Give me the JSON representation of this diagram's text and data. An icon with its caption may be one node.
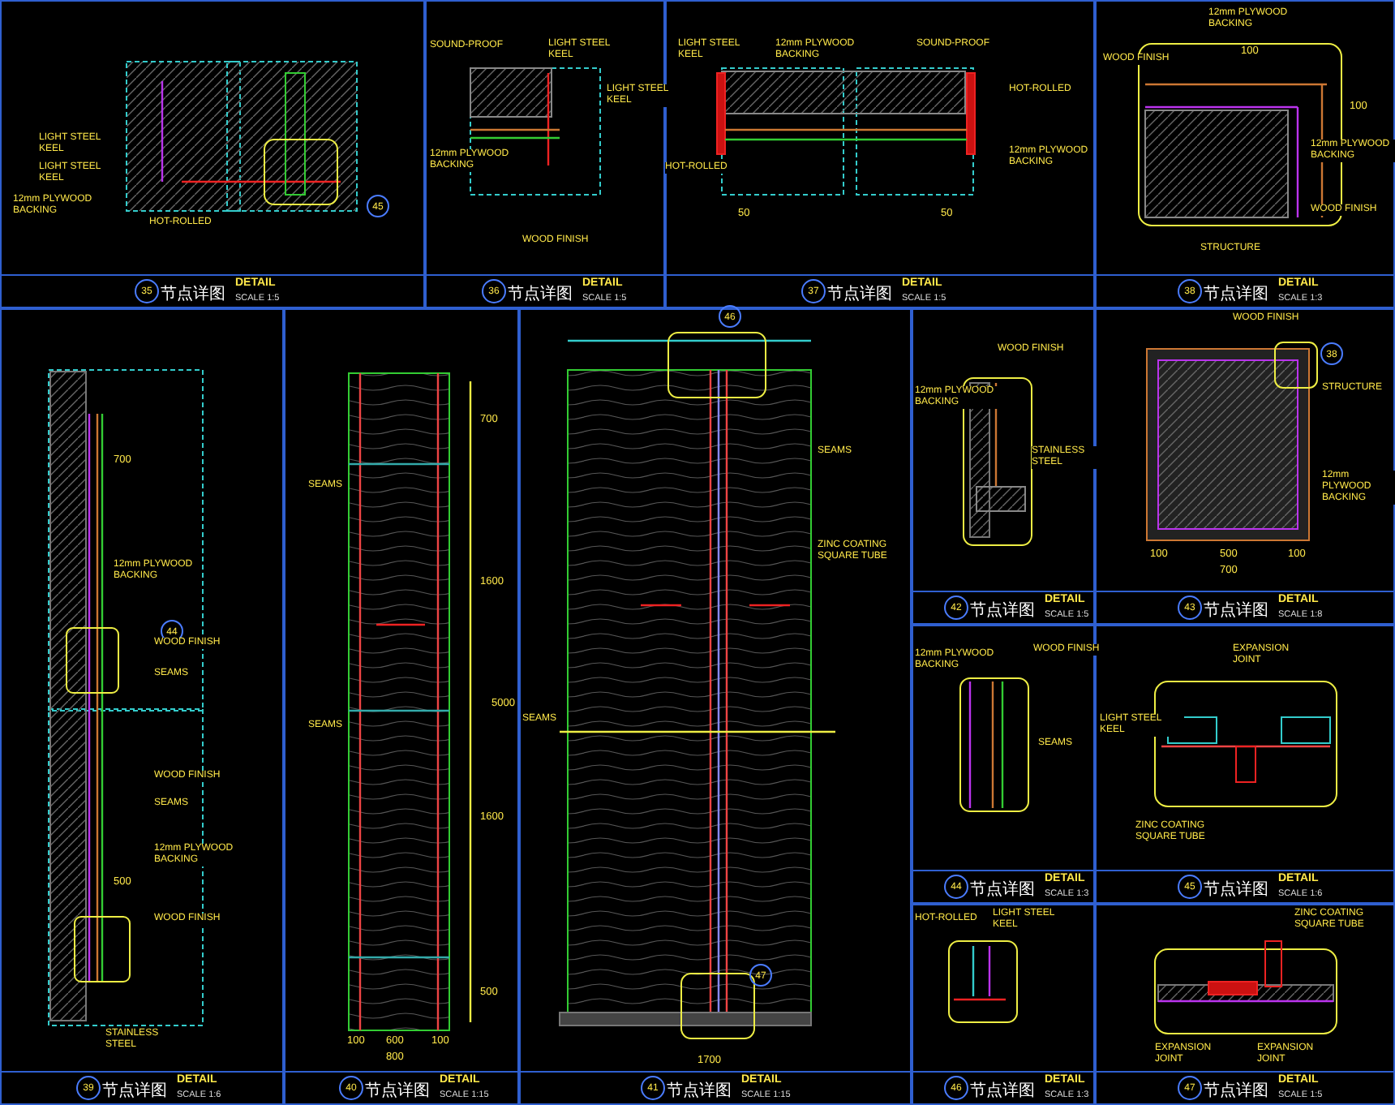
{
  "diagram": {
    "nodes": [
      {
        "text": [
          "35",
          "DETAIL",
          "节点详图",
          "SCALE 1:5"
        ]
      },
      {
        "text": [
          "36",
          "DETAIL",
          "节点详图",
          "SCALE 1:5"
        ]
      },
      {
        "text": [
          "37",
          "DETAIL",
          "节点详图",
          "SCALE 1:5"
        ]
      },
      {
        "text": [
          "38",
          "DETAIL",
          "节点详图",
          "SCALE 1:3"
        ]
      },
      {
        "text": [
          "39",
          "DETAIL",
          "节点详图",
          "SCALE 1:6"
        ]
      },
      {
        "text": [
          "40",
          "DETAIL",
          "节点详图",
          "SCALE 1:15"
        ]
      },
      {
        "text": [
          "41",
          "DETAIL",
          "节点详图",
          "SCALE 1:15"
        ]
      },
      {
        "text": [
          "42",
          "DETAIL",
          "节点详图",
          "SCALE 1:5"
        ]
      },
      {
        "text": [
          "43",
          "DETAIL",
          "节点详图",
          "SCALE 1:8"
        ]
      },
      {
        "text": [
          "44",
          "DETAIL",
          "节点详图",
          "SCALE 1:3"
        ]
      },
      {
        "text": [
          "45",
          "DETAIL",
          "节点详图",
          "SCALE 1:6"
        ]
      },
      {
        "text": [
          "46",
          "DETAIL",
          "节点详图",
          "SCALE 1:3"
        ]
      },
      {
        "text": [
          "47",
          "DETAIL",
          "节点详图",
          "SCALE 1:5"
        ]
      }
    ],
    "labels": [
      "LIGHT STEEL KEEL",
      "LIGHT STEEL KEEL",
      "12mm PLYWOOD BACKING",
      "HOT-ROLLED",
      "45",
      "SOUND-PROOF",
      "LIGHT STEEL KEEL",
      "LIGHT STEEL KEEL",
      "12mm PLYWOOD BACKING",
      "WOOD FINISH",
      "LIGHT STEEL KEEL",
      "12mm PLYWOOD BACKING",
      "SOUND-PROOF",
      "HOT-ROLLED",
      "12mm PLYWOOD BACKING",
      "HOT-ROLLED",
      "50",
      "50",
      "12mm PLYWOOD BACKING",
      "WOOD FINISH",
      "100",
      "100",
      "12mm PLYWOOD BACKING",
      "WOOD FINISH",
      "STRUCTURE",
      "12mm PLYWOOD BACKING",
      "700",
      "44",
      "WOOD FINISH",
      "SEAMS",
      "WOOD FINISH",
      "SEAMS",
      "12mm PLYWOOD BACKING",
      "500",
      "WOOD FINISH",
      "STAINLESS STEEL",
      "SEAMS",
      "SEAMS",
      "700",
      "1600",
      "5000",
      "1600",
      "500",
      "100",
      "600",
      "100",
      "800",
      "46",
      "SEAMS",
      "ZINC COATING SQUARE TUBE",
      "SEAMS",
      "47",
      "1700",
      "WOOD FINISH",
      "12mm PLYWOOD BACKING",
      "STAINLESS STEEL",
      "WOOD FINISH",
      "38",
      "STRUCTURE",
      "12mm PLYWOOD BACKING",
      "100",
      "500",
      "100",
      "700",
      "12mm PLYWOOD BACKING",
      "WOOD FINISH",
      "SEAMS",
      "EXPANSION JOINT",
      "LIGHT STEEL KEEL",
      "ZINC COATING SQUARE TUBE",
      "HOT-ROLLED",
      "LIGHT STEEL KEEL",
      "ZINC COATING SQUARE TUBE",
      "EXPANSION JOINT",
      "EXPANSION JOINT"
    ]
  }
}
